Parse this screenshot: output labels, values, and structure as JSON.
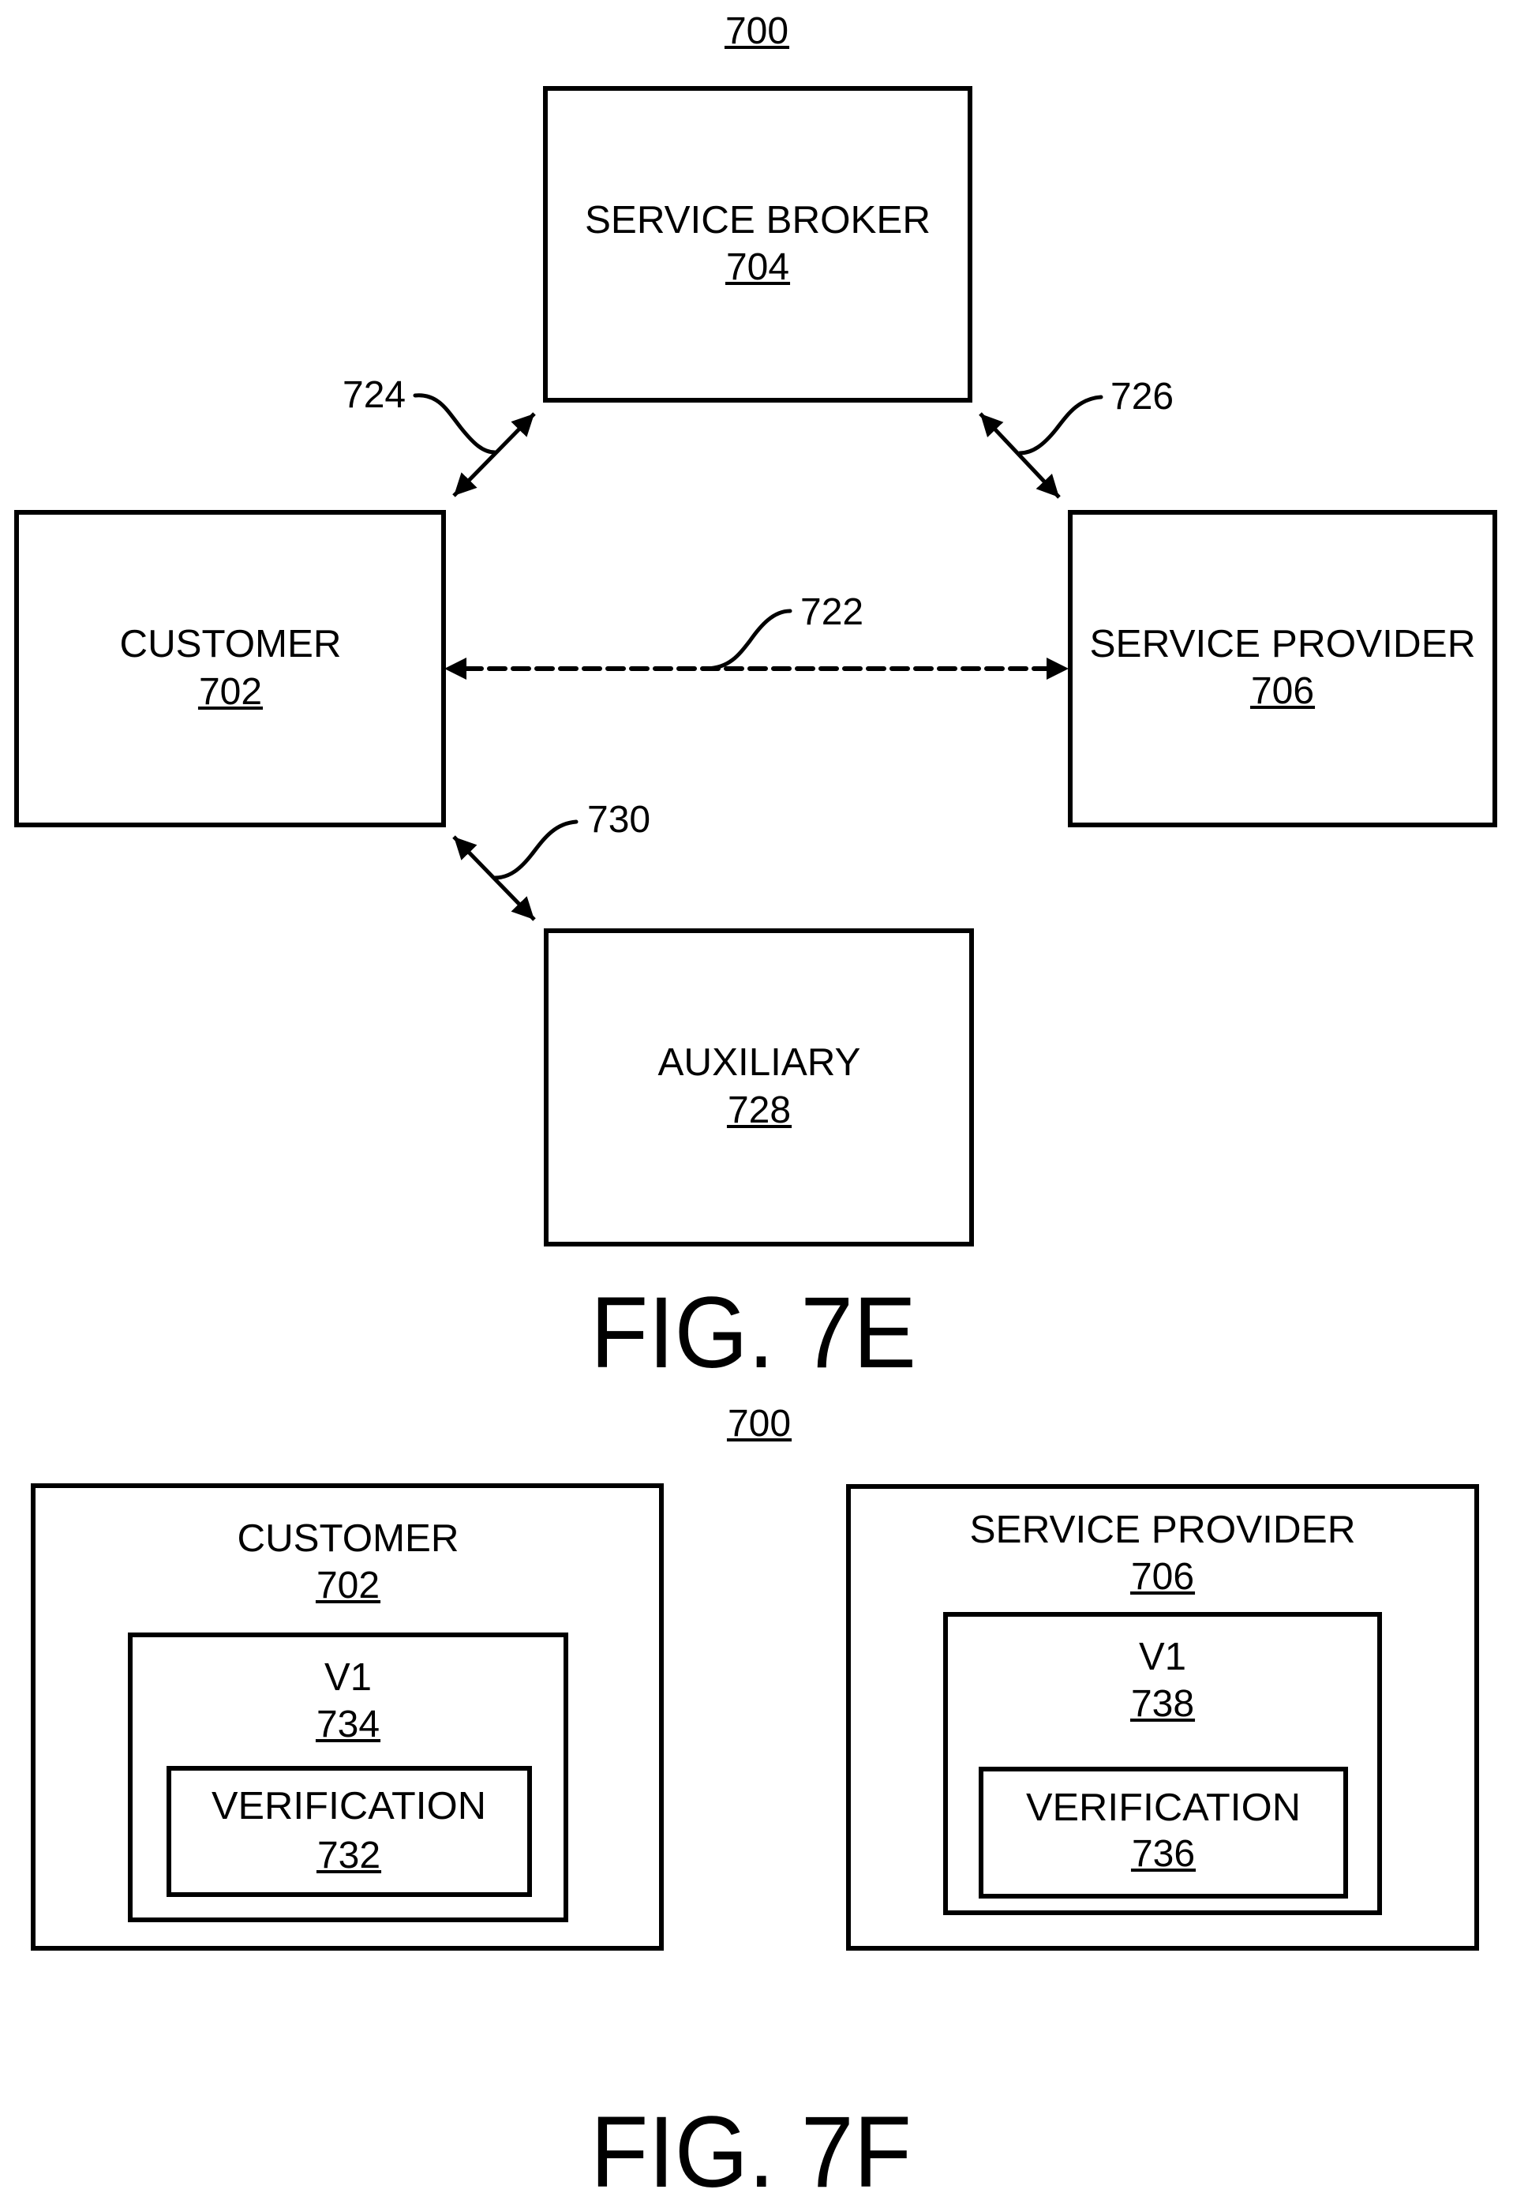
{
  "fig7e": {
    "reference": "700",
    "caption": "FIG. 7E",
    "blocks": {
      "service_broker": {
        "label": "SERVICE BROKER",
        "ref": "704"
      },
      "customer": {
        "label": "CUSTOMER",
        "ref": "702"
      },
      "service_provider": {
        "label": "SERVICE PROVIDER",
        "ref": "706"
      },
      "auxiliary": {
        "label": "AUXILIARY",
        "ref": "728"
      }
    },
    "connections": {
      "customer_broker": {
        "ref": "724",
        "style": "solid",
        "direction": "bidirectional"
      },
      "broker_provider": {
        "ref": "726",
        "style": "solid",
        "direction": "bidirectional"
      },
      "customer_provider": {
        "ref": "722",
        "style": "dashed",
        "direction": "bidirectional"
      },
      "customer_auxiliary": {
        "ref": "730",
        "style": "solid",
        "direction": "bidirectional"
      }
    }
  },
  "fig7f": {
    "reference": "700",
    "caption": "FIG. 7F",
    "customer": {
      "label": "CUSTOMER",
      "ref": "702",
      "v1": {
        "label": "V1",
        "ref": "734",
        "verification": {
          "label": "VERIFICATION",
          "ref": "732"
        }
      }
    },
    "service_provider": {
      "label": "SERVICE PROVIDER",
      "ref": "706",
      "v1": {
        "label": "V1",
        "ref": "738",
        "verification": {
          "label": "VERIFICATION",
          "ref": "736"
        }
      }
    }
  }
}
